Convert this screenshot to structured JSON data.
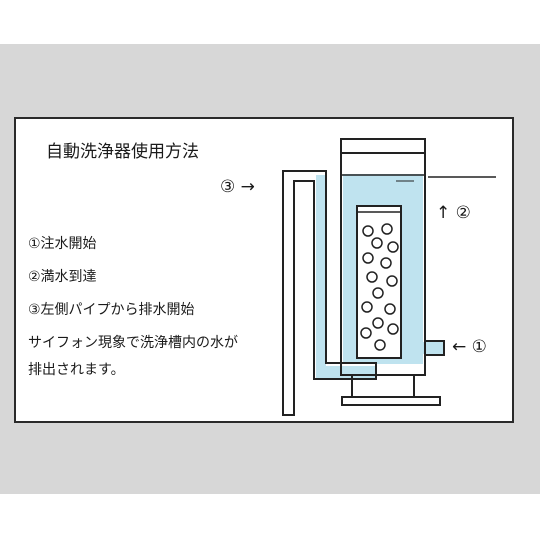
{
  "title": "自動洗浄器使用方法",
  "steps": [
    "①注水開始",
    "②満水到達",
    "③左側パイプから排水開始",
    "サイフォン現象で洗浄槽内の水が",
    "排出されます。"
  ],
  "labels": {
    "siphon_outlet": "③ →",
    "water_level": "↑ ②",
    "water_inlet": "← ①"
  },
  "colors": {
    "water": "#bfe3ef",
    "stroke": "#222222",
    "band": "#d7d7d7"
  }
}
